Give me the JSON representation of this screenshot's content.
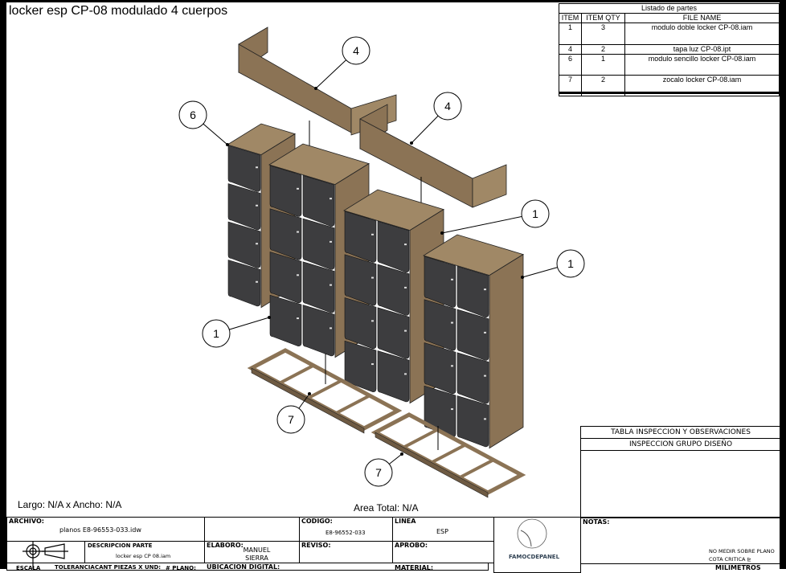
{
  "title": "locker esp  CP-08 modulado 4 cuerpos",
  "parts_list": {
    "caption": "Listado de partes",
    "headers": [
      "ITEM",
      "ITEM QTY",
      "FILE NAME"
    ],
    "rows": [
      {
        "item": "1",
        "qty": "3",
        "file": "modulo doble locker CP-08.iam"
      },
      {
        "item": "4",
        "qty": "2",
        "file": "tapa luz CP-08.ipt"
      },
      {
        "item": "6",
        "qty": "1",
        "file": "modulo sencillo locker CP-08.iam"
      },
      {
        "item": "7",
        "qty": "2",
        "file": "zocalo locker CP-08.iam"
      }
    ]
  },
  "callouts": [
    "4",
    "4",
    "6",
    "1",
    "1",
    "1",
    "7",
    "7"
  ],
  "dimensions": {
    "size": "Largo: N/A x Ancho: N/A",
    "area": "Area Total: N/A"
  },
  "inspection": {
    "title": "TABLA INSPECCION Y OBSERVACIONES",
    "subtitle": "INSPECCION GRUPO DISEÑO"
  },
  "title_block": {
    "archivo_label": "ARCHIVO:",
    "archivo": "planos  E8-96553-033.idw",
    "codigo_label": "CODIGO:",
    "codigo": "E8-96552-033",
    "linea_label": "LINEA",
    "linea": "ESP",
    "descripcion_label": "DESCRIPCION PARTE",
    "descripcion": "locker esp CP 08.iam",
    "elaboro_label": "ELABORO:",
    "elaboro": "MANUEL SIERRA",
    "reviso_label": "REVISO:",
    "aprobo_label": "APROBO:",
    "notas_label": "NOTAS:",
    "escala_label": "ESCALA",
    "tolerancia_label": "TOLERANCIA",
    "cant_label": "CANT PIEZAS X UND:",
    "plano_label": "# PLANO:",
    "ubicacion_label": "UBICACION DIGITAL:",
    "material_label": "MATERIAL:",
    "no_medir": "NO MEDIR SOBRE PLANO",
    "cota": "COTA CRITICA",
    "unidades": "MILIMETROS",
    "logo": "FAMOCDEPANEL"
  },
  "colors": {
    "wood": "#8b7355",
    "wood_top": "#a08866",
    "door": "#3d3d3f"
  }
}
